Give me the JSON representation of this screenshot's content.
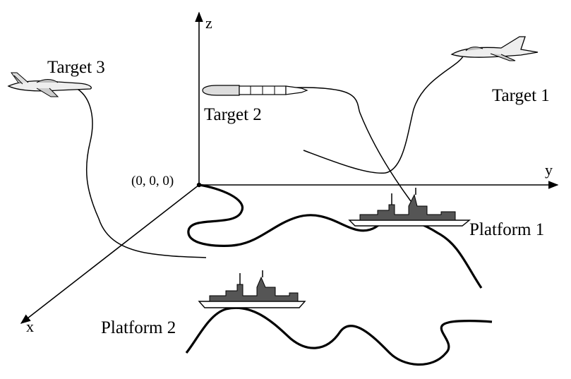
{
  "axes": {
    "x_label": "x",
    "y_label": "y",
    "z_label": "z",
    "origin_label": "(0, 0, 0)"
  },
  "targets": [
    {
      "label": "Target 1",
      "kind": "jet"
    },
    {
      "label": "Target 2",
      "kind": "missile"
    },
    {
      "label": "Target 3",
      "kind": "jet"
    }
  ],
  "platforms": [
    {
      "label": "Platform 1",
      "kind": "ship"
    },
    {
      "label": "Platform 2",
      "kind": "ship"
    }
  ]
}
